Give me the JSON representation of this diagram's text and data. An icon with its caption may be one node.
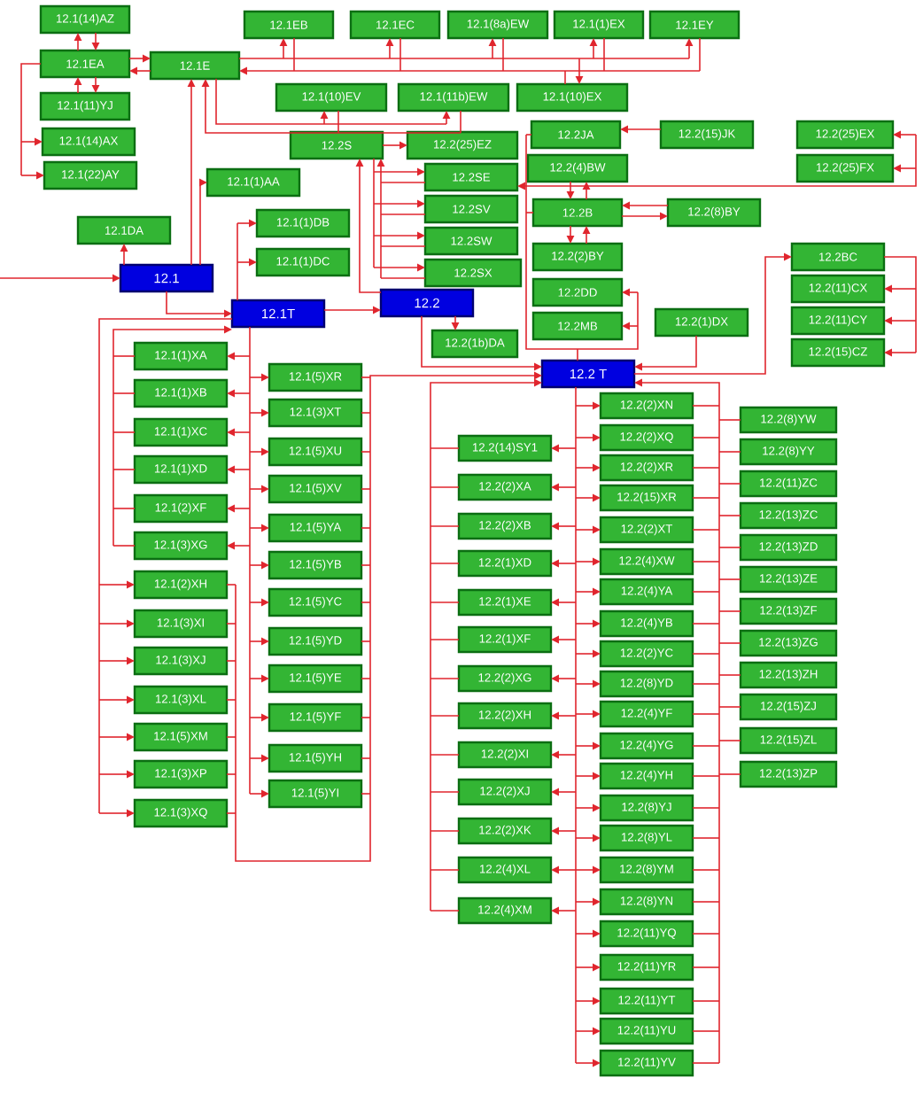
{
  "diagram": {
    "nodes": [
      {
        "text": [
          "12.1(14)AZ"
        ]
      },
      {
        "text": [
          "12.1EA"
        ]
      },
      {
        "text": [
          "12.1E"
        ]
      },
      {
        "text": [
          "12.1EB"
        ]
      },
      {
        "text": [
          "12.1EC"
        ]
      },
      {
        "text": [
          "12.1(8a)EW"
        ]
      },
      {
        "text": [
          "12.1(1)EX"
        ]
      },
      {
        "text": [
          "12.1EY"
        ]
      },
      {
        "text": [
          "12.1(11)YJ"
        ]
      },
      {
        "text": [
          "12.1(14)AX"
        ]
      },
      {
        "text": [
          "12.1(22)AY"
        ]
      },
      {
        "text": [
          "12.1(10)EV"
        ]
      },
      {
        "text": [
          "12.1(11b)EW"
        ]
      },
      {
        "text": [
          "12.1(10)EX"
        ]
      },
      {
        "text": [
          "12.2S"
        ]
      },
      {
        "text": [
          "12.2(25)EZ"
        ]
      },
      {
        "text": [
          "12.2JA"
        ]
      },
      {
        "text": [
          "12.2(15)JK"
        ]
      },
      {
        "text": [
          "12.2(25)EX"
        ]
      },
      {
        "text": [
          "12.2(25)FX"
        ]
      },
      {
        "text": [
          "12.1(1)AA"
        ]
      },
      {
        "text": [
          "12.2SE"
        ]
      },
      {
        "text": [
          "12.2(4)BW"
        ]
      },
      {
        "text": [
          "12.2SV"
        ]
      },
      {
        "text": [
          "12.2B"
        ]
      },
      {
        "text": [
          "12.2(8)BY"
        ]
      },
      {
        "text": [
          "12.1DA"
        ]
      },
      {
        "text": [
          "12.1(1)DB"
        ]
      },
      {
        "text": [
          "12.2SW"
        ]
      },
      {
        "text": [
          "12.2(2)BY"
        ]
      },
      {
        "text": [
          "12.1(1)DC"
        ]
      },
      {
        "text": [
          "12.2BC"
        ]
      },
      {
        "text": [
          "12.2SX"
        ]
      },
      {
        "text": [
          "12.2(11)CX"
        ]
      },
      {
        "text": [
          "12.1"
        ]
      },
      {
        "text": [
          "12.2DD"
        ]
      },
      {
        "text": [
          "12.2(11)CY"
        ]
      },
      {
        "text": [
          "12.1T"
        ]
      },
      {
        "text": [
          "12.2"
        ]
      },
      {
        "text": [
          "12.2(1)DX"
        ]
      },
      {
        "text": [
          "12.2MB"
        ]
      },
      {
        "text": [
          "12.2(15)CZ"
        ]
      },
      {
        "text": [
          "12.2(1b)DA"
        ]
      },
      {
        "text": [
          "12.2 T"
        ]
      },
      {
        "text": [
          "12.1(1)XA"
        ]
      },
      {
        "text": [
          "12.1(1)XB"
        ]
      },
      {
        "text": [
          "12.1(1)XC"
        ]
      },
      {
        "text": [
          "12.1(1)XD"
        ]
      },
      {
        "text": [
          "12.1(2)XF"
        ]
      },
      {
        "text": [
          "12.1(3)XG"
        ]
      },
      {
        "text": [
          "12.1(2)XH"
        ]
      },
      {
        "text": [
          "12.1(3)XI"
        ]
      },
      {
        "text": [
          "12.1(3)XJ"
        ]
      },
      {
        "text": [
          "12.1(3)XL"
        ]
      },
      {
        "text": [
          "12.1(5)XM"
        ]
      },
      {
        "text": [
          "12.1(3)XP"
        ]
      },
      {
        "text": [
          "12.1(3)XQ"
        ]
      },
      {
        "text": [
          "12.1(5)XR"
        ]
      },
      {
        "text": [
          "12.1(3)XT"
        ]
      },
      {
        "text": [
          "12.1(5)XU"
        ]
      },
      {
        "text": [
          "12.1(5)XV"
        ]
      },
      {
        "text": [
          "12.1(5)YA"
        ]
      },
      {
        "text": [
          "12.1(5)YB"
        ]
      },
      {
        "text": [
          "12.1(5)YC"
        ]
      },
      {
        "text": [
          "12.1(5)YD"
        ]
      },
      {
        "text": [
          "12.1(5)YE"
        ]
      },
      {
        "text": [
          "12.1(5)YF"
        ]
      },
      {
        "text": [
          "12.1(5)YH"
        ]
      },
      {
        "text": [
          "12.1(5)YI"
        ]
      },
      {
        "text": [
          "12.2(14)SY1"
        ]
      },
      {
        "text": [
          "12.2(2)XA"
        ]
      },
      {
        "text": [
          "12.2(2)XB"
        ]
      },
      {
        "text": [
          "12.2(1)XD"
        ]
      },
      {
        "text": [
          "12.2(1)XE"
        ]
      },
      {
        "text": [
          "12.2(1)XF"
        ]
      },
      {
        "text": [
          "12.2(2)XG"
        ]
      },
      {
        "text": [
          "12.2(2)XH"
        ]
      },
      {
        "text": [
          "12.2(2)XI"
        ]
      },
      {
        "text": [
          "12.2(2)XJ"
        ]
      },
      {
        "text": [
          "12.2(2)XK"
        ]
      },
      {
        "text": [
          "12.2(4)XL"
        ]
      },
      {
        "text": [
          "12.2(4)XM"
        ]
      },
      {
        "text": [
          "12.2(2)XN"
        ]
      },
      {
        "text": [
          "12.2(2)XQ"
        ]
      },
      {
        "text": [
          "12.2(2)XR"
        ]
      },
      {
        "text": [
          "12.2(15)XR"
        ]
      },
      {
        "text": [
          "12.2(2)XT"
        ]
      },
      {
        "text": [
          "12.2(4)XW"
        ]
      },
      {
        "text": [
          "12.2(4)YA"
        ]
      },
      {
        "text": [
          "12.2(4)YB"
        ]
      },
      {
        "text": [
          "12.2(2)YC"
        ]
      },
      {
        "text": [
          "12.2(8)YD"
        ]
      },
      {
        "text": [
          "12.2(4)YF"
        ]
      },
      {
        "text": [
          "12.2(4)YG"
        ]
      },
      {
        "text": [
          "12.2(4)YH"
        ]
      },
      {
        "text": [
          "12.2(8)YJ"
        ]
      },
      {
        "text": [
          "12.2(8)YL"
        ]
      },
      {
        "text": [
          "12.2(8)YM"
        ]
      },
      {
        "text": [
          "12.2(8)YN"
        ]
      },
      {
        "text": [
          "12.2(11)YQ"
        ]
      },
      {
        "text": [
          "12.2(11)YR"
        ]
      },
      {
        "text": [
          "12.2(11)YT"
        ]
      },
      {
        "text": [
          "12.2(11)YU"
        ]
      },
      {
        "text": [
          "12.2(11)YV"
        ]
      },
      {
        "text": [
          "12.2(8)YW"
        ]
      },
      {
        "text": [
          "12.2(8)YY"
        ]
      },
      {
        "text": [
          "12.2(11)ZC"
        ]
      },
      {
        "text": [
          "12.2(13)ZC"
        ]
      },
      {
        "text": [
          "12.2(13)ZD"
        ]
      },
      {
        "text": [
          "12.2(13)ZE"
        ]
      },
      {
        "text": [
          "12.2(13)ZF"
        ]
      },
      {
        "text": [
          "12.2(13)ZG"
        ]
      },
      {
        "text": [
          "12.2(13)ZH"
        ]
      },
      {
        "text": [
          "12.2(15)ZJ"
        ]
      },
      {
        "text": [
          "12.2(15)ZL"
        ]
      },
      {
        "text": [
          "12.2(13)ZP"
        ]
      }
    ],
    "edges": [
      {
        "from": 1,
        "to": 0,
        "arrow": "to"
      },
      {
        "from": 0,
        "to": 1,
        "arrow": "to"
      },
      {
        "from": 8,
        "to": 1,
        "arrow": "to"
      },
      {
        "from": 1,
        "to": 8,
        "arrow": "to"
      },
      {
        "from": 1,
        "to": 2,
        "arrow": "to"
      },
      {
        "from": 2,
        "to": 1,
        "arrow": "to"
      },
      {
        "from": 1,
        "to": 9,
        "arrow": "to"
      },
      {
        "from": 1,
        "to": 10,
        "arrow": "to"
      },
      {
        "from": 2,
        "to": 3,
        "arrow": "to"
      },
      {
        "from": 3,
        "to": 2,
        "arrow": "to"
      },
      {
        "from": 2,
        "to": 4,
        "arrow": "to"
      },
      {
        "from": 4,
        "to": 2,
        "arrow": "to"
      },
      {
        "from": 2,
        "to": 5,
        "arrow": "to"
      },
      {
        "from": 5,
        "to": 2,
        "arrow": "to"
      },
      {
        "from": 2,
        "to": 6,
        "arrow": "to"
      },
      {
        "from": 6,
        "to": 2,
        "arrow": "to"
      },
      {
        "from": 2,
        "to": 7,
        "arrow": "to"
      },
      {
        "from": 7,
        "to": 2,
        "arrow": "to"
      },
      {
        "from": 2,
        "to": 13,
        "arrow": "to"
      },
      {
        "from": 13,
        "to": 2,
        "arrow": "to"
      },
      {
        "from": 2,
        "to": 11,
        "arrow": "to"
      },
      {
        "from": 11,
        "to": 2,
        "arrow": "to"
      },
      {
        "from": 2,
        "to": 12,
        "arrow": "to"
      },
      {
        "from": 12,
        "to": 2,
        "arrow": "to"
      },
      {
        "from": 34,
        "to": 2,
        "arrow": "to"
      },
      {
        "from": 34,
        "to": 26,
        "arrow": "to"
      },
      {
        "from": 34,
        "to": 20,
        "arrow": "to"
      },
      {
        "from": null,
        "to": 34,
        "arrow": "to"
      },
      {
        "from": 34,
        "to": 37,
        "arrow": "to"
      },
      {
        "from": 37,
        "to": 27,
        "arrow": "to"
      },
      {
        "from": 37,
        "to": 30,
        "arrow": "to"
      },
      {
        "from": 37,
        "to": 38,
        "arrow": "to"
      },
      {
        "from": 38,
        "to": 14,
        "arrow": "to"
      },
      {
        "from": 14,
        "to": 15,
        "arrow": "to"
      },
      {
        "from": 14,
        "to": 21,
        "arrow": "to"
      },
      {
        "from": 21,
        "to": 14,
        "arrow": "to"
      },
      {
        "from": 14,
        "to": 23,
        "arrow": "to"
      },
      {
        "from": 23,
        "to": 14,
        "arrow": "to"
      },
      {
        "from": 14,
        "to": 28,
        "arrow": "to"
      },
      {
        "from": 28,
        "to": 14,
        "arrow": "to"
      },
      {
        "from": 14,
        "to": 32,
        "arrow": "to"
      },
      {
        "from": 32,
        "to": 14,
        "arrow": "to"
      },
      {
        "from": 43,
        "to": 16,
        "arrow": "none"
      },
      {
        "from": 43,
        "to": 24,
        "arrow": "none"
      },
      {
        "from": 43,
        "to": 35,
        "arrow": "to"
      },
      {
        "from": 43,
        "to": 40,
        "arrow": "to"
      },
      {
        "from": 17,
        "to": 16,
        "arrow": "to"
      },
      {
        "from": 21,
        "to": 18,
        "arrow": "both"
      },
      {
        "from": 21,
        "to": 19,
        "arrow": "both"
      },
      {
        "from": 22,
        "to": 24,
        "arrow": "to"
      },
      {
        "from": 24,
        "to": 22,
        "arrow": "to"
      },
      {
        "from": 24,
        "to": 25,
        "arrow": "to"
      },
      {
        "from": 25,
        "to": 24,
        "arrow": "to"
      },
      {
        "from": 24,
        "to": 29,
        "arrow": "to"
      },
      {
        "from": 29,
        "to": 24,
        "arrow": "to"
      },
      {
        "from": 38,
        "to": 42,
        "arrow": "to"
      },
      {
        "from": 38,
        "to": 43,
        "arrow": "to"
      },
      {
        "from": 39,
        "to": 43,
        "arrow": "to"
      },
      {
        "from": 43,
        "to": 31,
        "arrow": "to"
      },
      {
        "from": 31,
        "to": 33,
        "arrow": "to"
      },
      {
        "from": 31,
        "to": 36,
        "arrow": "to"
      },
      {
        "from": 31,
        "to": 41,
        "arrow": "to"
      },
      {
        "from": 37,
        "to": 44,
        "arrow": "to"
      },
      {
        "from": 44,
        "to": 37,
        "arrow": "to"
      },
      {
        "from": 37,
        "to": 45,
        "arrow": "to"
      },
      {
        "from": 45,
        "to": 37,
        "arrow": "to"
      },
      {
        "from": 37,
        "to": 46,
        "arrow": "to"
      },
      {
        "from": 46,
        "to": 37,
        "arrow": "to"
      },
      {
        "from": 37,
        "to": 47,
        "arrow": "to"
      },
      {
        "from": 47,
        "to": 37,
        "arrow": "to"
      },
      {
        "from": 37,
        "to": 48,
        "arrow": "to"
      },
      {
        "from": 48,
        "to": 37,
        "arrow": "to"
      },
      {
        "from": 37,
        "to": 49,
        "arrow": "to"
      },
      {
        "from": 49,
        "to": 37,
        "arrow": "to"
      },
      {
        "from": 37,
        "to": 50,
        "arrow": "to"
      },
      {
        "from": 50,
        "to": 43,
        "arrow": "to"
      },
      {
        "from": 37,
        "to": 51,
        "arrow": "to"
      },
      {
        "from": 51,
        "to": 43,
        "arrow": "to"
      },
      {
        "from": 37,
        "to": 52,
        "arrow": "to"
      },
      {
        "from": 52,
        "to": 43,
        "arrow": "to"
      },
      {
        "from": 37,
        "to": 53,
        "arrow": "to"
      },
      {
        "from": 53,
        "to": 43,
        "arrow": "to"
      },
      {
        "from": 37,
        "to": 54,
        "arrow": "to"
      },
      {
        "from": 54,
        "to": 43,
        "arrow": "to"
      },
      {
        "from": 37,
        "to": 55,
        "arrow": "to"
      },
      {
        "from": 55,
        "to": 43,
        "arrow": "to"
      },
      {
        "from": 37,
        "to": 56,
        "arrow": "to"
      },
      {
        "from": 56,
        "to": 43,
        "arrow": "to"
      },
      {
        "from": 37,
        "to": 57,
        "arrow": "to"
      },
      {
        "from": 57,
        "to": 43,
        "arrow": "to"
      },
      {
        "from": 37,
        "to": 58,
        "arrow": "to"
      },
      {
        "from": 58,
        "to": 43,
        "arrow": "to"
      },
      {
        "from": 37,
        "to": 59,
        "arrow": "to"
      },
      {
        "from": 59,
        "to": 43,
        "arrow": "to"
      },
      {
        "from": 37,
        "to": 60,
        "arrow": "to"
      },
      {
        "from": 60,
        "to": 43,
        "arrow": "to"
      },
      {
        "from": 37,
        "to": 61,
        "arrow": "to"
      },
      {
        "from": 61,
        "to": 43,
        "arrow": "to"
      },
      {
        "from": 37,
        "to": 62,
        "arrow": "to"
      },
      {
        "from": 62,
        "to": 43,
        "arrow": "to"
      },
      {
        "from": 37,
        "to": 63,
        "arrow": "to"
      },
      {
        "from": 63,
        "to": 43,
        "arrow": "to"
      },
      {
        "from": 37,
        "to": 64,
        "arrow": "to"
      },
      {
        "from": 64,
        "to": 43,
        "arrow": "to"
      },
      {
        "from": 37,
        "to": 65,
        "arrow": "to"
      },
      {
        "from": 65,
        "to": 43,
        "arrow": "to"
      },
      {
        "from": 37,
        "to": 66,
        "arrow": "to"
      },
      {
        "from": 66,
        "to": 43,
        "arrow": "to"
      },
      {
        "from": 37,
        "to": 67,
        "arrow": "to"
      },
      {
        "from": 67,
        "to": 43,
        "arrow": "to"
      },
      {
        "from": 37,
        "to": 68,
        "arrow": "to"
      },
      {
        "from": 68,
        "to": 43,
        "arrow": "to"
      },
      {
        "from": 43,
        "to": 69,
        "arrow": "to"
      },
      {
        "from": 69,
        "to": 43,
        "arrow": "to"
      },
      {
        "from": 43,
        "to": 70,
        "arrow": "to"
      },
      {
        "from": 70,
        "to": 43,
        "arrow": "to"
      },
      {
        "from": 43,
        "to": 71,
        "arrow": "to"
      },
      {
        "from": 71,
        "to": 43,
        "arrow": "to"
      },
      {
        "from": 43,
        "to": 72,
        "arrow": "to"
      },
      {
        "from": 72,
        "to": 43,
        "arrow": "to"
      },
      {
        "from": 43,
        "to": 73,
        "arrow": "to"
      },
      {
        "from": 73,
        "to": 43,
        "arrow": "to"
      },
      {
        "from": 43,
        "to": 74,
        "arrow": "to"
      },
      {
        "from": 74,
        "to": 43,
        "arrow": "to"
      },
      {
        "from": 43,
        "to": 75,
        "arrow": "to"
      },
      {
        "from": 75,
        "to": 43,
        "arrow": "to"
      },
      {
        "from": 43,
        "to": 76,
        "arrow": "to"
      },
      {
        "from": 76,
        "to": 43,
        "arrow": "to"
      },
      {
        "from": 43,
        "to": 77,
        "arrow": "to"
      },
      {
        "from": 77,
        "to": 43,
        "arrow": "to"
      },
      {
        "from": 43,
        "to": 78,
        "arrow": "to"
      },
      {
        "from": 78,
        "to": 43,
        "arrow": "to"
      },
      {
        "from": 43,
        "to": 79,
        "arrow": "to"
      },
      {
        "from": 79,
        "to": 43,
        "arrow": "to"
      },
      {
        "from": 43,
        "to": 80,
        "arrow": "to"
      },
      {
        "from": 80,
        "to": 43,
        "arrow": "to"
      },
      {
        "from": 43,
        "to": 81,
        "arrow": "to"
      },
      {
        "from": 81,
        "to": 43,
        "arrow": "to"
      },
      {
        "from": 43,
        "to": 82,
        "arrow": "to"
      },
      {
        "from": 82,
        "to": 43,
        "arrow": "to"
      },
      {
        "from": 43,
        "to": 83,
        "arrow": "to"
      },
      {
        "from": 83,
        "to": 43,
        "arrow": "to"
      },
      {
        "from": 43,
        "to": 84,
        "arrow": "to"
      },
      {
        "from": 84,
        "to": 43,
        "arrow": "to"
      },
      {
        "from": 43,
        "to": 85,
        "arrow": "to"
      },
      {
        "from": 85,
        "to": 43,
        "arrow": "to"
      },
      {
        "from": 43,
        "to": 86,
        "arrow": "to"
      },
      {
        "from": 86,
        "to": 43,
        "arrow": "to"
      },
      {
        "from": 43,
        "to": 87,
        "arrow": "to"
      },
      {
        "from": 87,
        "to": 43,
        "arrow": "to"
      },
      {
        "from": 43,
        "to": 88,
        "arrow": "to"
      },
      {
        "from": 88,
        "to": 43,
        "arrow": "to"
      },
      {
        "from": 43,
        "to": 89,
        "arrow": "to"
      },
      {
        "from": 89,
        "to": 43,
        "arrow": "to"
      },
      {
        "from": 43,
        "to": 90,
        "arrow": "to"
      },
      {
        "from": 90,
        "to": 43,
        "arrow": "to"
      },
      {
        "from": 43,
        "to": 91,
        "arrow": "to"
      },
      {
        "from": 91,
        "to": 43,
        "arrow": "to"
      },
      {
        "from": 43,
        "to": 92,
        "arrow": "to"
      },
      {
        "from": 92,
        "to": 43,
        "arrow": "to"
      },
      {
        "from": 43,
        "to": 93,
        "arrow": "to"
      },
      {
        "from": 93,
        "to": 43,
        "arrow": "to"
      },
      {
        "from": 43,
        "to": 94,
        "arrow": "to"
      },
      {
        "from": 94,
        "to": 43,
        "arrow": "to"
      },
      {
        "from": 43,
        "to": 95,
        "arrow": "to"
      },
      {
        "from": 95,
        "to": 43,
        "arrow": "to"
      },
      {
        "from": 43,
        "to": 96,
        "arrow": "to"
      },
      {
        "from": 96,
        "to": 43,
        "arrow": "to"
      },
      {
        "from": 43,
        "to": 97,
        "arrow": "to"
      },
      {
        "from": 97,
        "to": 43,
        "arrow": "to"
      },
      {
        "from": 43,
        "to": 98,
        "arrow": "to"
      },
      {
        "from": 98,
        "to": 43,
        "arrow": "to"
      },
      {
        "from": 43,
        "to": 99,
        "arrow": "to"
      },
      {
        "from": 99,
        "to": 43,
        "arrow": "to"
      },
      {
        "from": 43,
        "to": 100,
        "arrow": "to"
      },
      {
        "from": 100,
        "to": 43,
        "arrow": "to"
      },
      {
        "from": 43,
        "to": 101,
        "arrow": "to"
      },
      {
        "from": 101,
        "to": 43,
        "arrow": "to"
      },
      {
        "from": 43,
        "to": 102,
        "arrow": "to"
      },
      {
        "from": 102,
        "to": 43,
        "arrow": "to"
      },
      {
        "from": 43,
        "to": 103,
        "arrow": "to"
      },
      {
        "from": 103,
        "to": 43,
        "arrow": "to"
      },
      {
        "from": 104,
        "to": 43,
        "arrow": "to"
      },
      {
        "from": 105,
        "to": 43,
        "arrow": "to"
      },
      {
        "from": 106,
        "to": 43,
        "arrow": "to"
      },
      {
        "from": 107,
        "to": 43,
        "arrow": "to"
      },
      {
        "from": 108,
        "to": 43,
        "arrow": "to"
      },
      {
        "from": 109,
        "to": 43,
        "arrow": "to"
      },
      {
        "from": 110,
        "to": 43,
        "arrow": "to"
      },
      {
        "from": 111,
        "to": 43,
        "arrow": "to"
      },
      {
        "from": 112,
        "to": 43,
        "arrow": "to"
      },
      {
        "from": 113,
        "to": 43,
        "arrow": "to"
      },
      {
        "from": 114,
        "to": 43,
        "arrow": "to"
      },
      {
        "from": 115,
        "to": 43,
        "arrow": "to"
      }
    ]
  }
}
